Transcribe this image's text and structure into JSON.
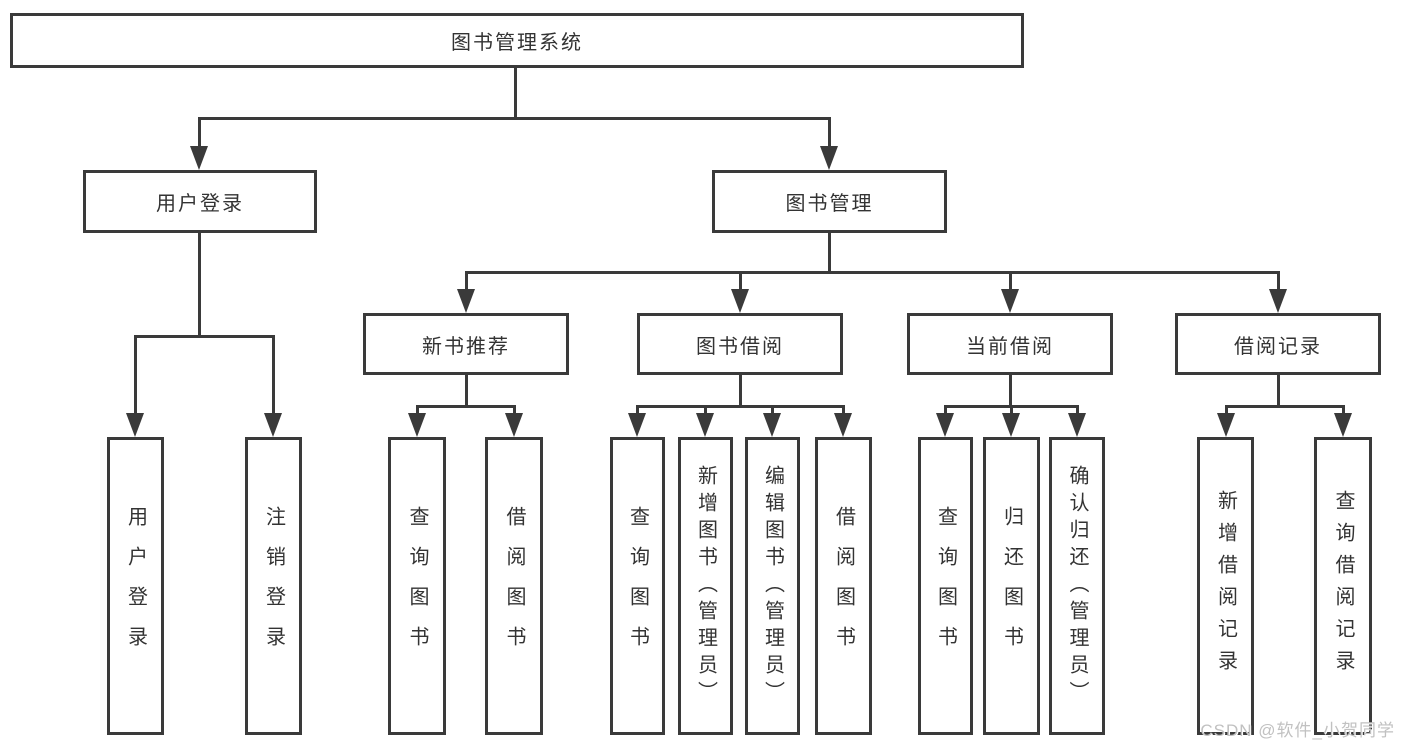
{
  "tree": {
    "label": "图书管理系统",
    "children": [
      {
        "label": "用户登录",
        "children": [
          {
            "label": "用户登录"
          },
          {
            "label": "注销登录"
          }
        ]
      },
      {
        "label": "图书管理",
        "children": [
          {
            "label": "新书推荐",
            "children": [
              {
                "label": "查询图书"
              },
              {
                "label": "借阅图书"
              }
            ]
          },
          {
            "label": "图书借阅",
            "children": [
              {
                "label": "查询图书"
              },
              {
                "label": "新增图书（管理员）"
              },
              {
                "label": "编辑图书（管理员）"
              },
              {
                "label": "借阅图书"
              }
            ]
          },
          {
            "label": "当前借阅",
            "children": [
              {
                "label": "查询图书"
              },
              {
                "label": "归还图书"
              },
              {
                "label": "确认归还（管理员）"
              }
            ]
          },
          {
            "label": "借阅记录",
            "children": [
              {
                "label": "新增借阅记录"
              },
              {
                "label": "查询借阅记录"
              }
            ]
          }
        ]
      }
    ]
  },
  "watermark": {
    "text": "CSDN @软件_小贺同学"
  },
  "colors": {
    "line": "#3a3a3a",
    "text": "#333333",
    "watermark": "#c1c1c1",
    "background": "#ffffff"
  }
}
